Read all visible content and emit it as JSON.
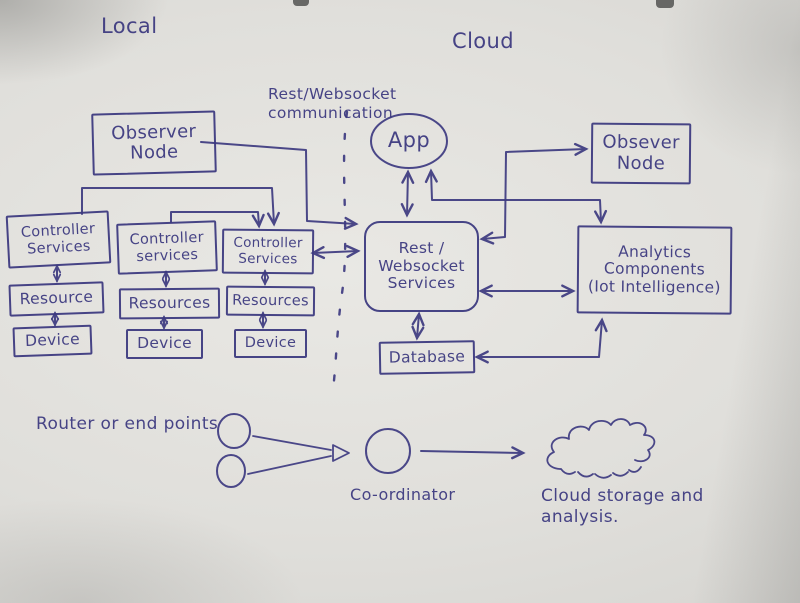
{
  "colors": {
    "ink": "#3d3a80",
    "paper": "#e0dfdb"
  },
  "titles": {
    "local": "Local",
    "cloud": "Cloud"
  },
  "labels": {
    "communication": {
      "line1": "Rest/Websocket",
      "line2": "communication"
    },
    "router": "Router or end points",
    "coordinator": "Co-ordinator",
    "cloud_storage": {
      "line1": "Cloud storage and",
      "line2": "analysis."
    }
  },
  "nodes": {
    "observer_local": {
      "line1": "Observer",
      "line2": "Node"
    },
    "app": {
      "label": "App"
    },
    "obsever_cloud": {
      "line1": "Obsever",
      "line2": "Node"
    },
    "columns": [
      {
        "controller": {
          "line1": "Controller",
          "line2": "Services"
        },
        "resource": "Resource",
        "device": "Device"
      },
      {
        "controller": {
          "line1": "Controller",
          "line2": "services"
        },
        "resource": "Resources",
        "device": "Device"
      },
      {
        "controller": {
          "line1": "Controller",
          "line2": "Services"
        },
        "resource": "Resources",
        "device": "Device"
      }
    ],
    "rest": {
      "line1": "Rest /",
      "line2": "Websocket",
      "line3": "Services"
    },
    "analytics": {
      "line1": "Analytics",
      "line2": "Components",
      "line3": "(Iot Intelligence)"
    },
    "database": {
      "label": "Database"
    }
  },
  "connections": [
    {
      "from": "observer-node-local",
      "to": "rest-websocket-services",
      "type": "arrow"
    },
    {
      "from": "controller-services-1",
      "to": "controller-services-3",
      "type": "arrow"
    },
    {
      "from": "controller-services-2",
      "to": "controller-services-3",
      "type": "arrow"
    },
    {
      "from": "controller-services-3",
      "to": "rest-websocket-services",
      "type": "double-arrow"
    },
    {
      "from": "app",
      "to": "rest-websocket-services",
      "type": "double-arrow"
    },
    {
      "from": "app",
      "to": "analytics-components",
      "type": "double-arrow"
    },
    {
      "from": "rest-websocket-services",
      "to": "obsever-node-cloud",
      "type": "double-arrow"
    },
    {
      "from": "rest-websocket-services",
      "to": "analytics-components",
      "type": "double-arrow"
    },
    {
      "from": "rest-websocket-services",
      "to": "database",
      "type": "double-arrow"
    },
    {
      "from": "database",
      "to": "analytics-components",
      "type": "double-arrow"
    },
    {
      "from": "controller-services-1",
      "to": "resource-1",
      "type": "double-arrow"
    },
    {
      "from": "resource-1",
      "to": "device-1",
      "type": "double-arrow"
    },
    {
      "from": "controller-services-2",
      "to": "resources-2",
      "type": "double-arrow"
    },
    {
      "from": "resources-2",
      "to": "device-2",
      "type": "double-arrow"
    },
    {
      "from": "controller-services-3",
      "to": "resources-3",
      "type": "double-arrow"
    },
    {
      "from": "resources-3",
      "to": "device-3",
      "type": "double-arrow"
    },
    {
      "from": "router-endpoint-circles",
      "to": "co-ordinator",
      "type": "arrow"
    },
    {
      "from": "co-ordinator",
      "to": "cloud-storage",
      "type": "arrow"
    }
  ]
}
